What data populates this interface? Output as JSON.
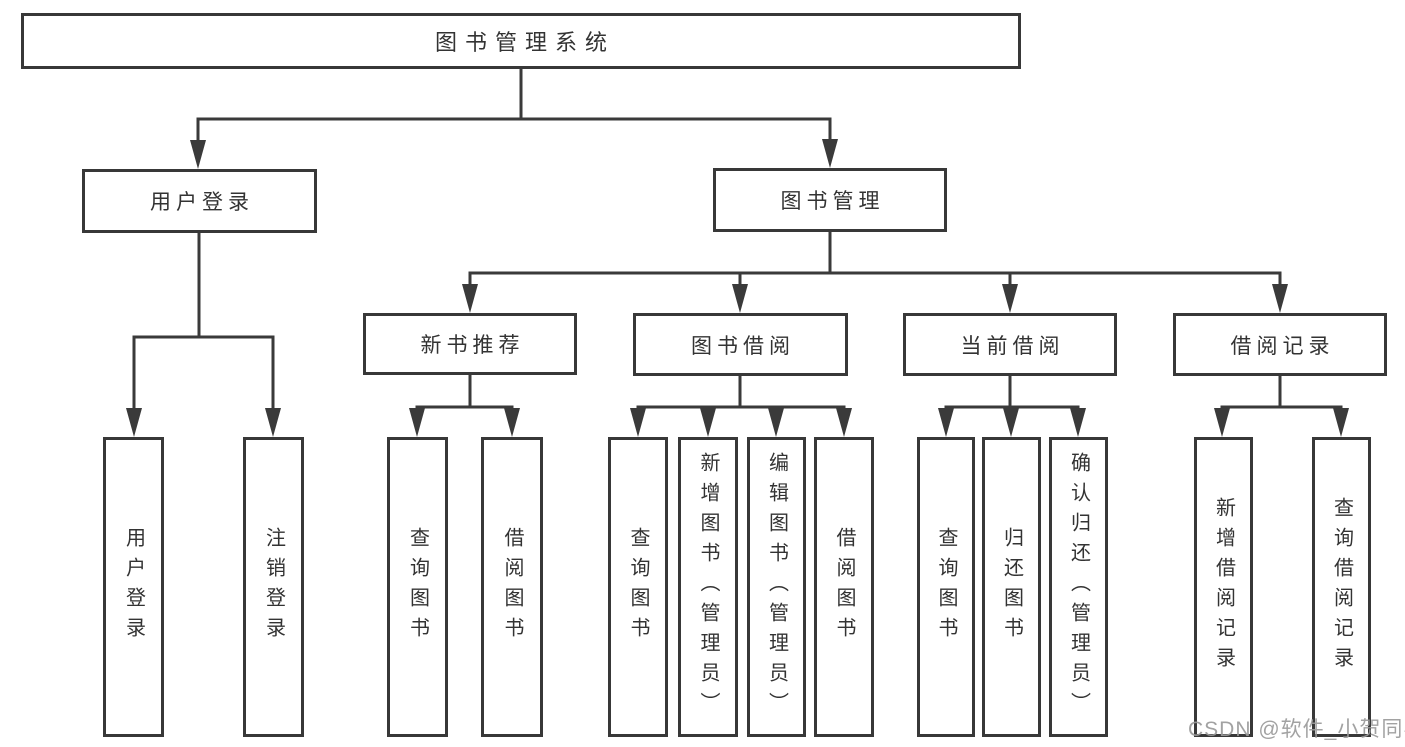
{
  "tree": {
    "label": "图书管理系统",
    "children": [
      {
        "label": "用户登录",
        "children": [
          {
            "label": "用户登录"
          },
          {
            "label": "注销登录"
          }
        ]
      },
      {
        "label": "图书管理",
        "children": [
          {
            "label": "新书推荐",
            "children": [
              {
                "label": "查询图书"
              },
              {
                "label": "借阅图书"
              }
            ]
          },
          {
            "label": "图书借阅",
            "children": [
              {
                "label": "查询图书"
              },
              {
                "label": "新增图书（管理员）"
              },
              {
                "label": "编辑图书（管理员）"
              },
              {
                "label": "借阅图书"
              }
            ]
          },
          {
            "label": "当前借阅",
            "children": [
              {
                "label": "查询图书"
              },
              {
                "label": "归还图书"
              },
              {
                "label": "确认归还（管理员）"
              }
            ]
          },
          {
            "label": "借阅记录",
            "children": [
              {
                "label": "新增借阅记录"
              },
              {
                "label": "查询借阅记录"
              }
            ]
          }
        ]
      }
    ]
  },
  "watermark": {
    "text": "CSDN @软件_小贺同学"
  },
  "colors": {
    "line": "#3a3a3a",
    "box_border": "#383838",
    "text": "#333333",
    "watermark": "#9a9a9a",
    "background": "#ffffff"
  }
}
